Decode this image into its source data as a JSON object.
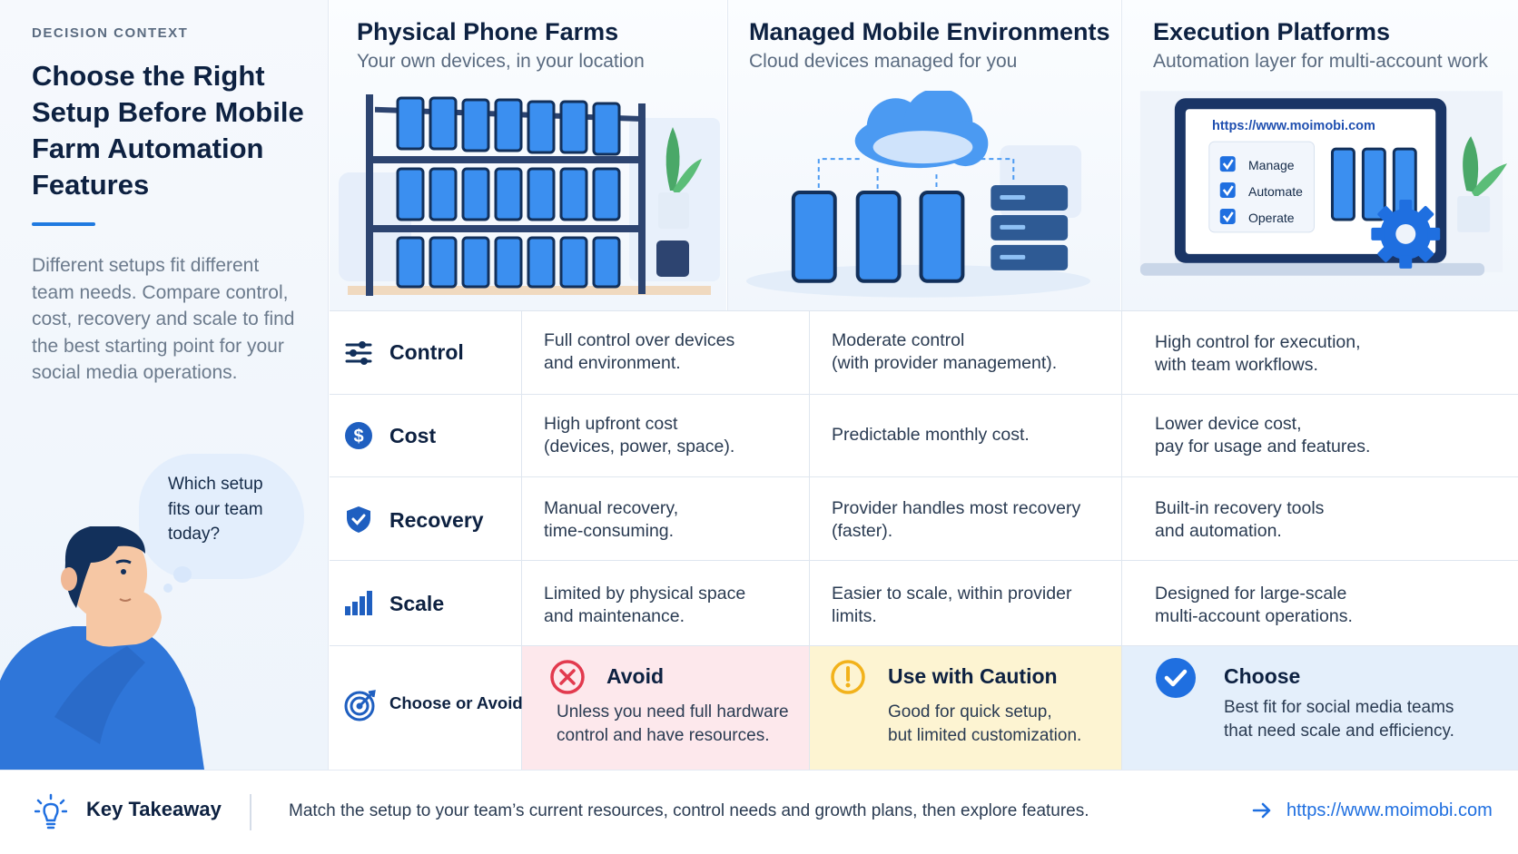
{
  "left": {
    "eyebrow": "DECISION CONTEXT",
    "headline": "Choose the Right Setup Before Mobile Farm Automation Features",
    "description": "Different setups fit different team needs. Compare control, cost, recovery and scale to find the best starting point for your social media operations.",
    "bubble": "Which setup fits our team today?"
  },
  "columns": [
    {
      "title": "Physical Phone Farms",
      "subtitle": "Your own devices, in your location"
    },
    {
      "title": "Managed Mobile Environments",
      "subtitle": "Cloud devices managed for you"
    },
    {
      "title": "Execution Platforms",
      "subtitle": "Automation layer for multi-account work"
    }
  ],
  "laptop": {
    "url": "https://www.moimobi.com",
    "checks": [
      "Manage",
      "Automate",
      "Operate"
    ]
  },
  "rows": [
    {
      "label": "Control",
      "icon": "sliders-icon",
      "cells": [
        "Full control over devices\nand environment.",
        "Moderate control\n(with provider management).",
        "High control for execution,\nwith team workflows."
      ]
    },
    {
      "label": "Cost",
      "icon": "dollar-icon",
      "cells": [
        "High upfront cost\n(devices, power, space).",
        "Predictable monthly cost.",
        "Lower device cost,\npay for usage and features."
      ]
    },
    {
      "label": "Recovery",
      "icon": "shield-check-icon",
      "cells": [
        "Manual recovery,\ntime-consuming.",
        "Provider handles most recovery\n(faster).",
        "Built-in recovery tools\nand automation."
      ]
    },
    {
      "label": "Scale",
      "icon": "bar-chart-icon",
      "cells": [
        "Limited by physical space\nand maintenance.",
        "Easier to scale, within provider\nlimits.",
        "Designed for large-scale\nmulti-account operations."
      ]
    }
  ],
  "verdict": {
    "label": "Choose or Avoid",
    "items": [
      {
        "title": "Avoid",
        "text": "Unless you need full hardware\ncontrol and have resources.",
        "color": "#e23a4e"
      },
      {
        "title": "Use with Caution",
        "text": "Good for quick setup,\nbut limited customization.",
        "color": "#f2b21b"
      },
      {
        "title": "Choose",
        "text": "Best fit for social media teams\nthat need scale and efficiency.",
        "color": "#1f6fe0"
      }
    ]
  },
  "footer": {
    "label": "Key Takeaway",
    "text": "Match the setup to your team’s current resources, control needs and growth plans, then explore features.",
    "link": "https://www.moimobi.com"
  },
  "colors": {
    "accent": "#1f6fe0",
    "navy": "#0d2141",
    "phone": "#3b8ff0"
  }
}
